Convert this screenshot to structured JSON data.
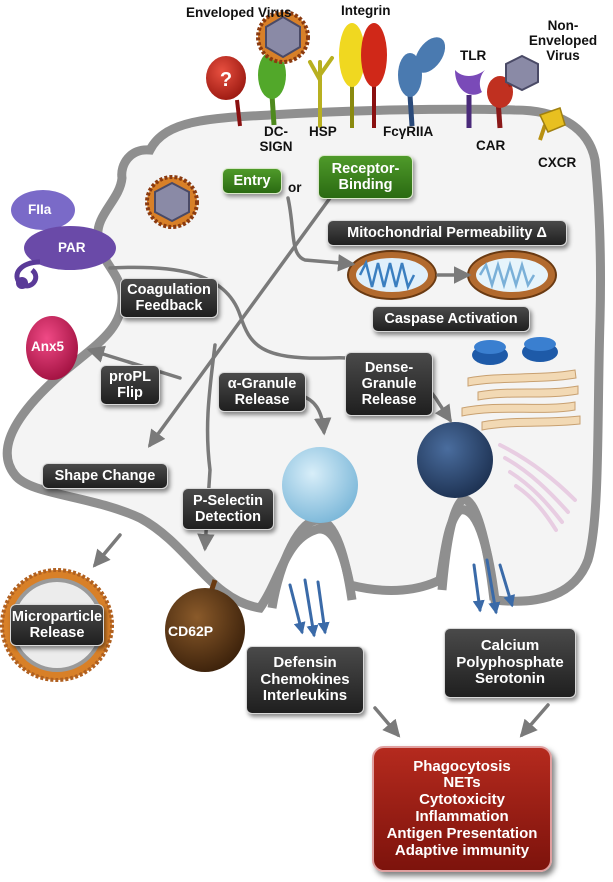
{
  "colors": {
    "membrane": "#8f8f8f",
    "cytoplasm": "#f4f4f4",
    "dark_box": "#2c2c2c",
    "green_box": "#3a7f1f",
    "red_box": "#9b1e14",
    "arrow": "#7a7a7a",
    "blue_arrow": "#3a6aa8",
    "alpha_granule": "#9fd0ea",
    "dense_granule": "#2f4d78",
    "mitochondria": "#b26a2e"
  },
  "receptors": {
    "enveloped_virus": "Enveloped Virus",
    "integrin": "Integrin",
    "non_enveloped_virus": "Non-Enveloped Virus",
    "unknown": "?",
    "dc_sign": "DC-SIGN",
    "hsp": "HSP",
    "fcgriia": "FcγRIIA",
    "tlr": "TLR",
    "car": "CAR",
    "cxcr": "CXCR"
  },
  "surface": {
    "fiia": "FIIa",
    "par": "PAR",
    "anx5": "Anx5",
    "cd62p": "CD62P"
  },
  "pathway": {
    "entry": "Entry",
    "or": "or",
    "receptor_binding": "Receptor-Binding",
    "mito_permeability": "Mitochondrial Permeability Δ",
    "caspase": "Caspase Activation",
    "coag_feedback": "Coagulation Feedback",
    "propl_flip": "proPL Flip",
    "alpha_granule_release": "α-Granule Release",
    "dense_granule_release": "Dense-Granule Release",
    "shape_change": "Shape Change",
    "p_selectin": "P-Selectin Detection",
    "microparticle": "Microparticle Release"
  },
  "secreted": {
    "alpha_products": "Defensin Chemokines Interleukins",
    "dense_products": "Calcium Polyphosphate Serotonin"
  },
  "outcomes": [
    "Phagocytosis",
    "NETs",
    "Cytotoxicity",
    "Inflammation",
    "Antigen Presentation",
    "Adaptive immunity"
  ]
}
